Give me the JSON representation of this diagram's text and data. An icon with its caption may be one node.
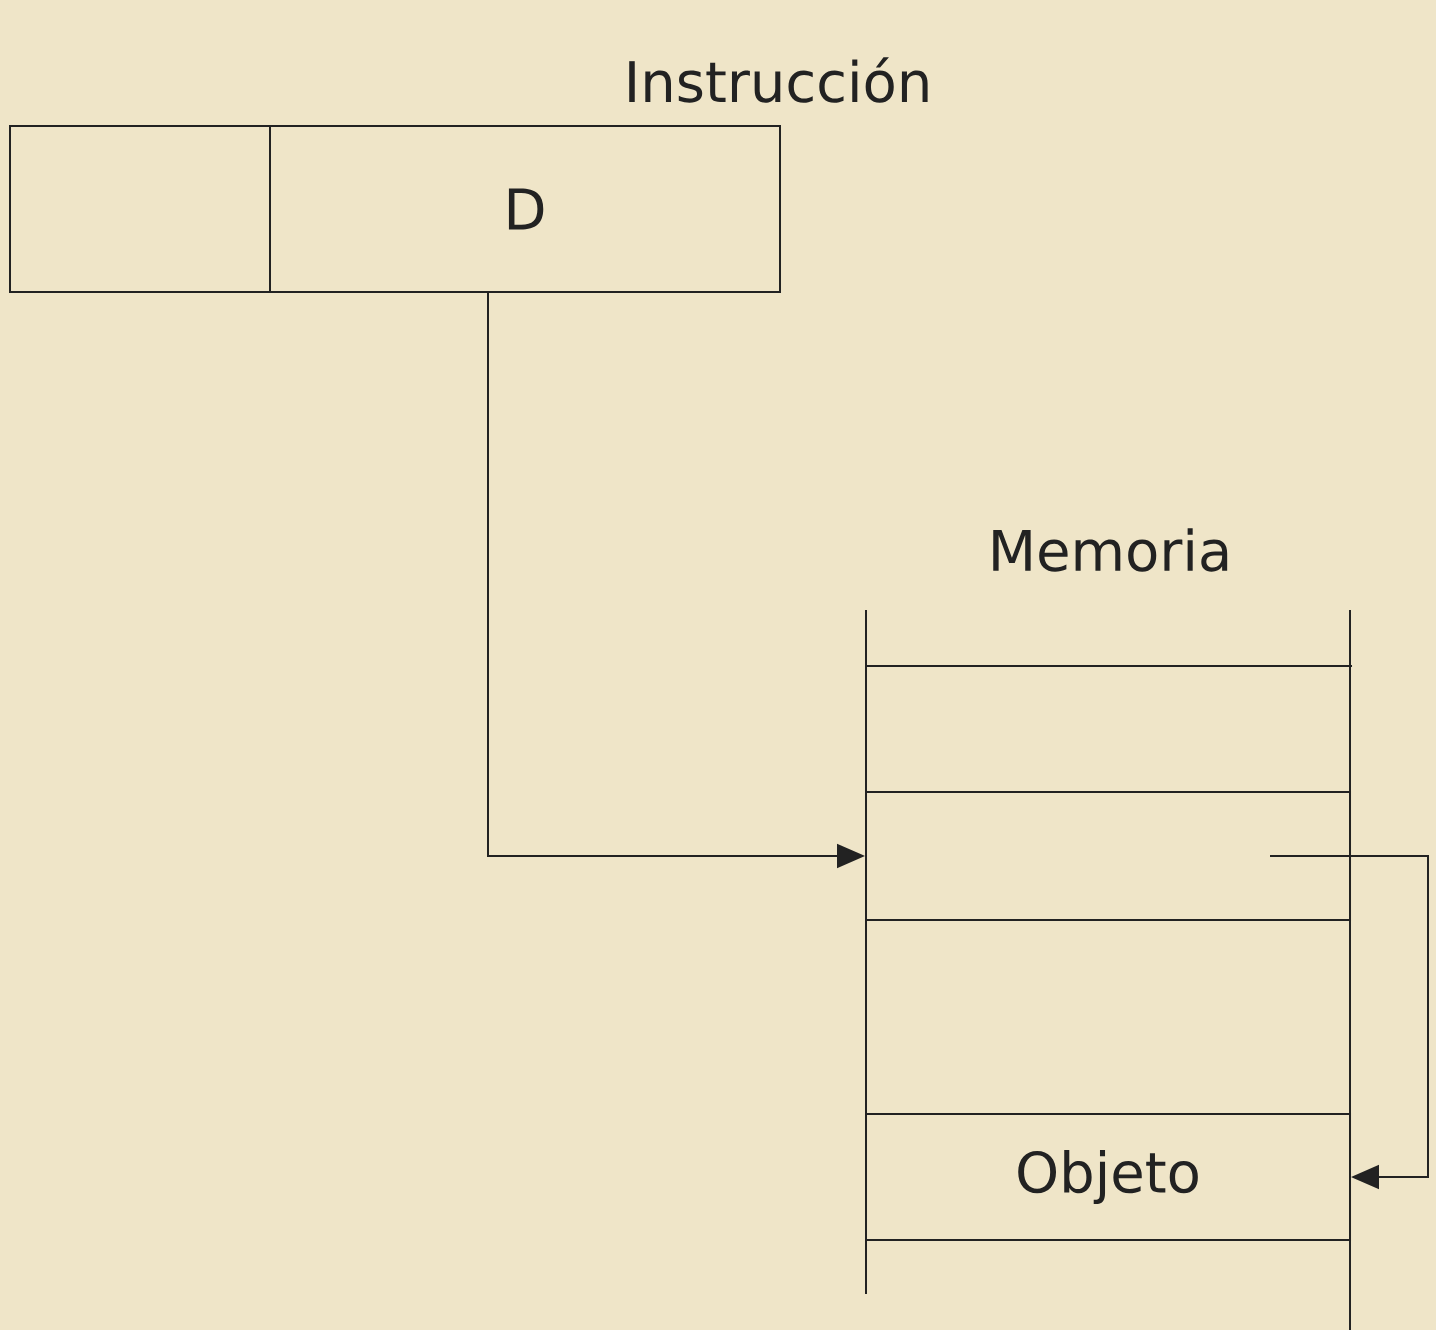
{
  "diagram": {
    "nodes": [
      {
        "text": [],
        "shape": "box"
      },
      {
        "text": [
          "D"
        ]
      },
      {
        "text": [],
        "shape": "box"
      },
      {
        "text": [
          "Objeto"
        ]
      }
    ],
    "edges": [
      {
        "from": 1,
        "to": 2,
        "arrow": "to"
      },
      {
        "from": 2,
        "to": 3,
        "arrow": "to"
      }
    ],
    "labels": [
      "Instrucción",
      "Memoria"
    ]
  }
}
